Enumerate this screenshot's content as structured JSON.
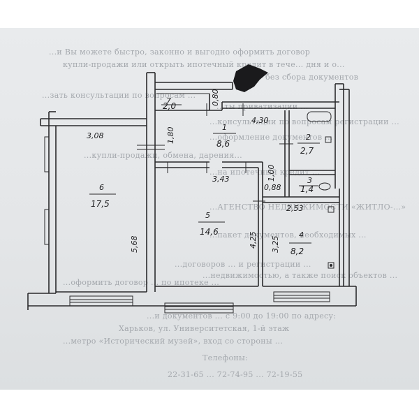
{
  "background_text": [
    "...и Вы можете быстро, законно и выгодно оформить договор",
    "купли-продажи или открыть ипотечный кредит в тече... дня и о...",
    "без сбора документов",
    "...зать консультации по вопросам ...",
    "...ты приватизации ...",
    "...консультации по вопросам регистрации ...",
    "...оформление документов ...",
    "...купли-продажи, обмена, дарения...",
    "...на ипотечный кредит ...",
    "...АГЕНСТВО НЕДВИЖИМОСТИ «ЖИТЛО-...»",
    "...пакет документов, необходимых ...",
    "...договоров ... и регистрации ...",
    "...недвижимостью, а также поиск объектов ...",
    "...оформить договор ... по ипотеке ...",
    "...и документов ... с 9:00 до 19:00 по адресу:",
    "Харьков, ул. Университетская, 1-й этаж",
    "...метро «Исторический музей», вход со стороны ...",
    "Телефоны:",
    "22-31-65 ... 72-74-95 ... 72-19-55"
  ],
  "rooms": [
    {
      "number": "1",
      "area": "8,6"
    },
    {
      "number": "2",
      "area": "2,7"
    },
    {
      "number": "3",
      "area": "1,4"
    },
    {
      "number": "4",
      "area": "8,2"
    },
    {
      "number": "5",
      "area": "14,6"
    },
    {
      "number": "6",
      "area": "17,5"
    },
    {
      "number": "7",
      "area": "2,0"
    }
  ],
  "dimensions": [
    "3,08",
    "5,68",
    "1,80",
    "4,30",
    "0,80",
    "3,43",
    "1,00",
    "0,88",
    "2,53",
    "3,25",
    "4,25"
  ]
}
